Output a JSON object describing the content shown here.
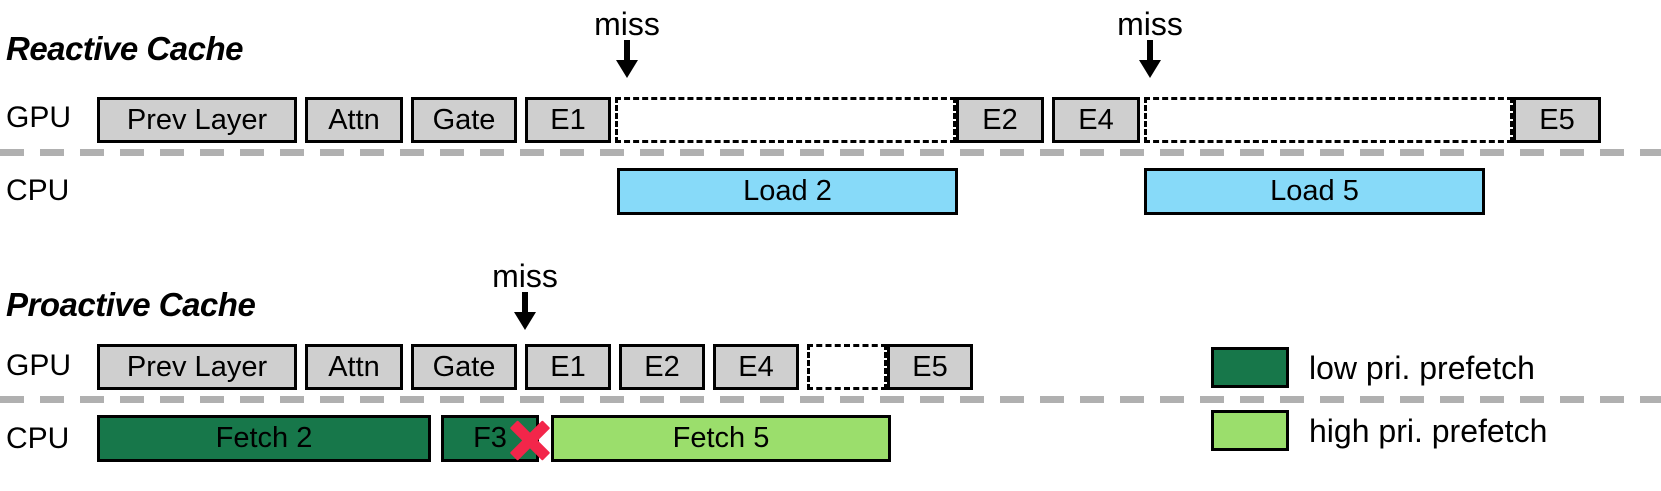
{
  "figure": {
    "type": "timeline-diagram",
    "title_hidden": "",
    "colors": {
      "gpu_block": "#cfcfcf",
      "load_block": "#87daf9",
      "low_pri_prefetch": "#17774a",
      "high_pri_prefetch": "#9bde6c",
      "x_mark": "#f3264a",
      "separator": "#b0b0b0",
      "outline": "#000000"
    }
  },
  "sections": [
    {
      "id": "reactive",
      "title": "Reactive Cache",
      "gpu_label": "GPU",
      "cpu_label": "CPU",
      "gpu_blocks": [
        {
          "label": "Prev Layer",
          "style": "gray"
        },
        {
          "label": "Attn",
          "style": "gray"
        },
        {
          "label": "Gate",
          "style": "gray"
        },
        {
          "label": "E1",
          "style": "gray"
        },
        {
          "label": "",
          "style": "dashed"
        },
        {
          "label": "E2",
          "style": "gray"
        },
        {
          "label": "E4",
          "style": "gray"
        },
        {
          "label": "",
          "style": "dashed"
        },
        {
          "label": "E5",
          "style": "gray"
        }
      ],
      "cpu_blocks": [
        {
          "label": "Load 2",
          "style": "blue"
        },
        {
          "label": "Load 5",
          "style": "blue"
        }
      ],
      "annotations": [
        {
          "label": "miss",
          "target": "stall-after-E1"
        },
        {
          "label": "miss",
          "target": "stall-after-E4"
        }
      ]
    },
    {
      "id": "proactive",
      "title": "Proactive Cache",
      "gpu_label": "GPU",
      "cpu_label": "CPU",
      "gpu_blocks": [
        {
          "label": "Prev Layer",
          "style": "gray"
        },
        {
          "label": "Attn",
          "style": "gray"
        },
        {
          "label": "Gate",
          "style": "gray"
        },
        {
          "label": "E1",
          "style": "gray"
        },
        {
          "label": "E2",
          "style": "gray"
        },
        {
          "label": "E4",
          "style": "gray"
        },
        {
          "label": "",
          "style": "dashed"
        },
        {
          "label": "E5",
          "style": "gray"
        }
      ],
      "cpu_blocks": [
        {
          "label": "Fetch 2",
          "style": "dgreen"
        },
        {
          "label": "F3",
          "style": "dgreen"
        },
        {
          "label": "Fetch 5",
          "style": "lgreen"
        }
      ],
      "annotations": [
        {
          "label": "miss",
          "target": "stall-before-E1"
        }
      ],
      "marks": [
        {
          "kind": "x-mark",
          "meaning": "cancelled-prefetch",
          "after": "F3"
        }
      ]
    }
  ],
  "legend": {
    "items": [
      {
        "label": "low pri. prefetch",
        "color": "#17774a"
      },
      {
        "label": "high pri. prefetch",
        "color": "#9bde6c"
      }
    ]
  }
}
